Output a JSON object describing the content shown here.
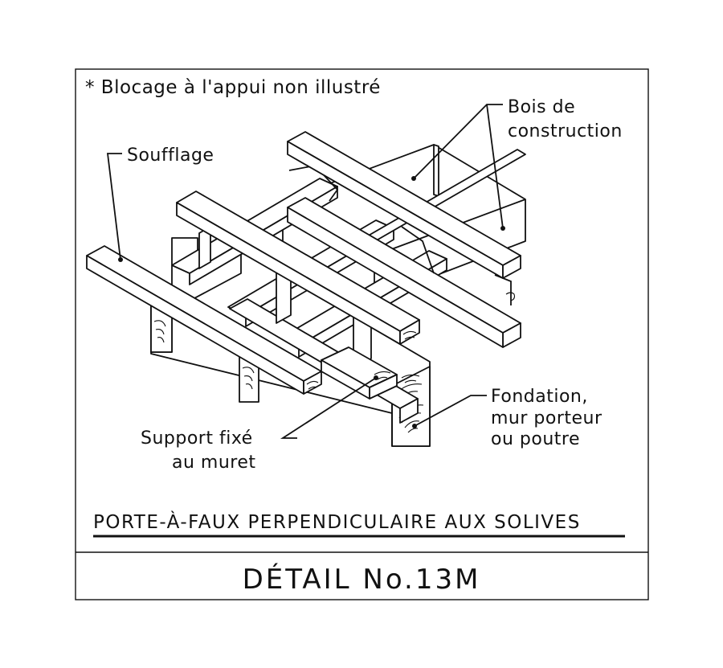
{
  "note": "* Blocage à l'appui non illustré",
  "labels": {
    "bois_line1": "Bois de",
    "bois_line2": "construction",
    "soufflage": "Soufflage",
    "support_line1": "Support fixé",
    "support_line2": "au muret",
    "fondation_line1": "Fondation,",
    "fondation_line2": "mur porteur",
    "fondation_line3": "ou poutre"
  },
  "caption": "PORTE-À-FAUX PERPENDICULAIRE AUX SOLIVES",
  "title": "DÉTAIL No.13M"
}
